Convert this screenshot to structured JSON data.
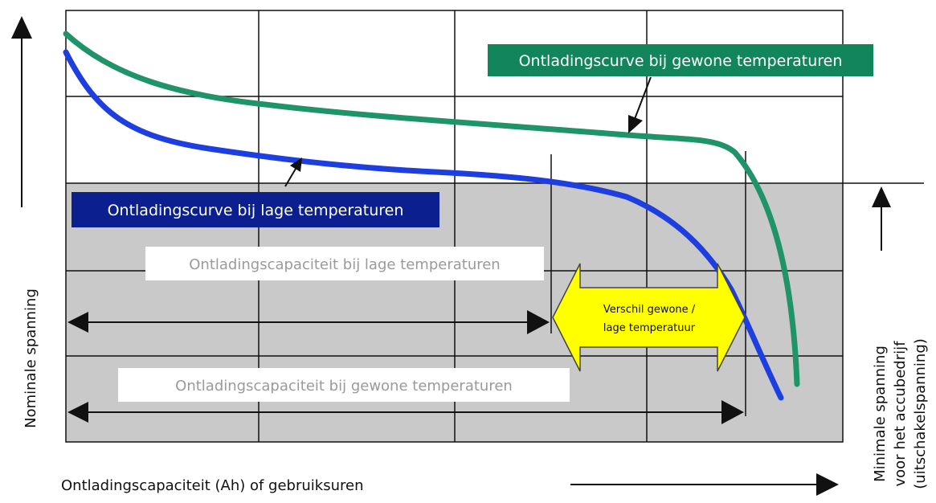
{
  "labels": {
    "y_axis": "Nominale spanning",
    "x_axis": "Ontladingscapaciteit (Ah) of gebruiksuren",
    "min_voltage_line1": "Minimale spanning",
    "min_voltage_line2": "voor het accubedrijf",
    "min_voltage_line3": "(uitschakelspanning)"
  },
  "callouts": {
    "normal_curve": "Ontladingscurve bij gewone temperaturen",
    "low_curve": "Ontladingscurve bij lage temperaturen",
    "low_capacity": "Ontladingscapaciteit bij lage temperaturen",
    "normal_capacity": "Ontladingscapaciteit bij gewone temperaturen",
    "difference_line1": "Verschil gewone /",
    "difference_line2": "lage temperatuur"
  },
  "colors": {
    "normal_curve": "#1f9468",
    "low_curve": "#1e3fe0",
    "normal_label_bg": "#12855c",
    "low_label_bg": "#0b1f8f",
    "shaded_area": "#c9c9c9",
    "difference_arrow": "#ffff00",
    "grid": "#111111"
  },
  "curves": [
    {
      "key": "normal",
      "label_ref": "callouts.normal_curve"
    },
    {
      "key": "low",
      "label_ref": "callouts.low_curve"
    }
  ]
}
